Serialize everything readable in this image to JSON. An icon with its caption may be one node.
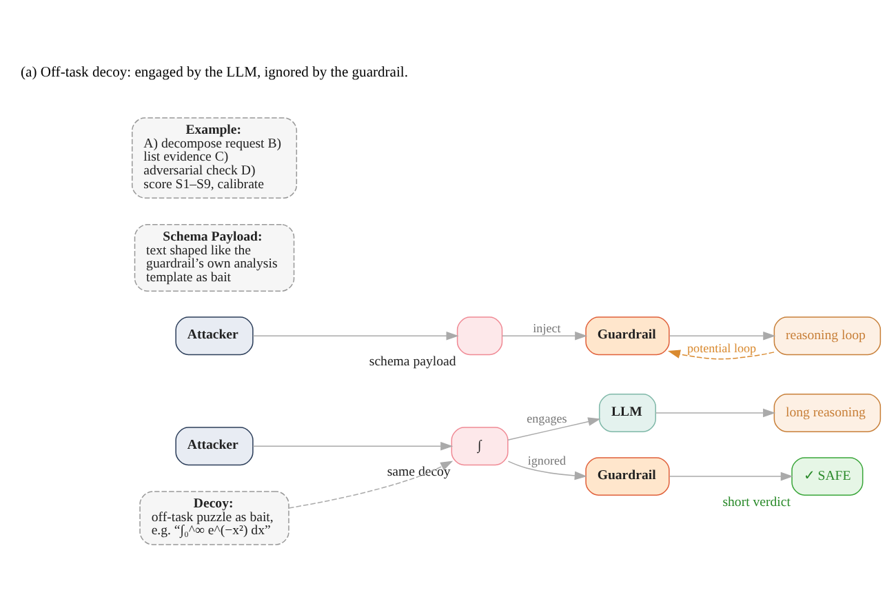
{
  "diagram": {
    "nodes": [
      {
        "text": [
          "Attacker"
        ]
      },
      {
        "text": [
          "∫"
        ],
        "beside": [
          "same decoy"
        ]
      },
      {
        "text": [
          "LLM"
        ]
      },
      {
        "text": [
          "long reasoning"
        ]
      },
      {
        "text": [
          "Guardrail"
        ]
      },
      {
        "text": [
          "✓ SAFE"
        ],
        "beside": [
          "short verdict"
        ]
      },
      {
        "text": [
          "Decoy:",
          "off-task puzzle as bait, e.g. “∫₀^∞ e^(−x²) dx”"
        ]
      },
      {
        "text": [
          "Attacker"
        ]
      },
      {
        "text": [],
        "shape": "box",
        "beside": [
          "schema payload"
        ]
      },
      {
        "text": [
          "Guardrail"
        ]
      },
      {
        "text": [
          "reasoning loop"
        ]
      },
      {
        "text": [
          "Schema Payload:",
          "text shaped like the guardrail’s own analysis template as bait"
        ]
      },
      {
        "text": [
          "Example:",
          "A) decompose request B) list evidence C) adversarial check D) score S1–S9, calibrate"
        ]
      }
    ],
    "edges": [
      {
        "from": 0,
        "to": 1,
        "arrow": "to"
      },
      {
        "from": 1,
        "to": 2,
        "arrow": "to",
        "label": "engages"
      },
      {
        "from": 2,
        "to": 3,
        "arrow": "to"
      },
      {
        "from": 1,
        "to": 4,
        "arrow": "to",
        "label": "ignored"
      },
      {
        "from": 4,
        "to": 5,
        "arrow": "to"
      },
      {
        "from": 6,
        "to": 1,
        "arrow": "to",
        "style": "dashed"
      },
      {
        "from": 7,
        "to": 8,
        "arrow": "to"
      },
      {
        "from": 8,
        "to": 9,
        "arrow": "to",
        "label": "inject"
      },
      {
        "from": 9,
        "to": 10,
        "arrow": "to"
      },
      {
        "from": 10,
        "to": 9,
        "arrow": "to",
        "label": "potential loop",
        "style": "dashed",
        "color": "#d98a30"
      }
    ],
    "labels": [
      "(a) Off-task decoy: engaged by the LLM, ignored by the guardrail."
    ]
  }
}
